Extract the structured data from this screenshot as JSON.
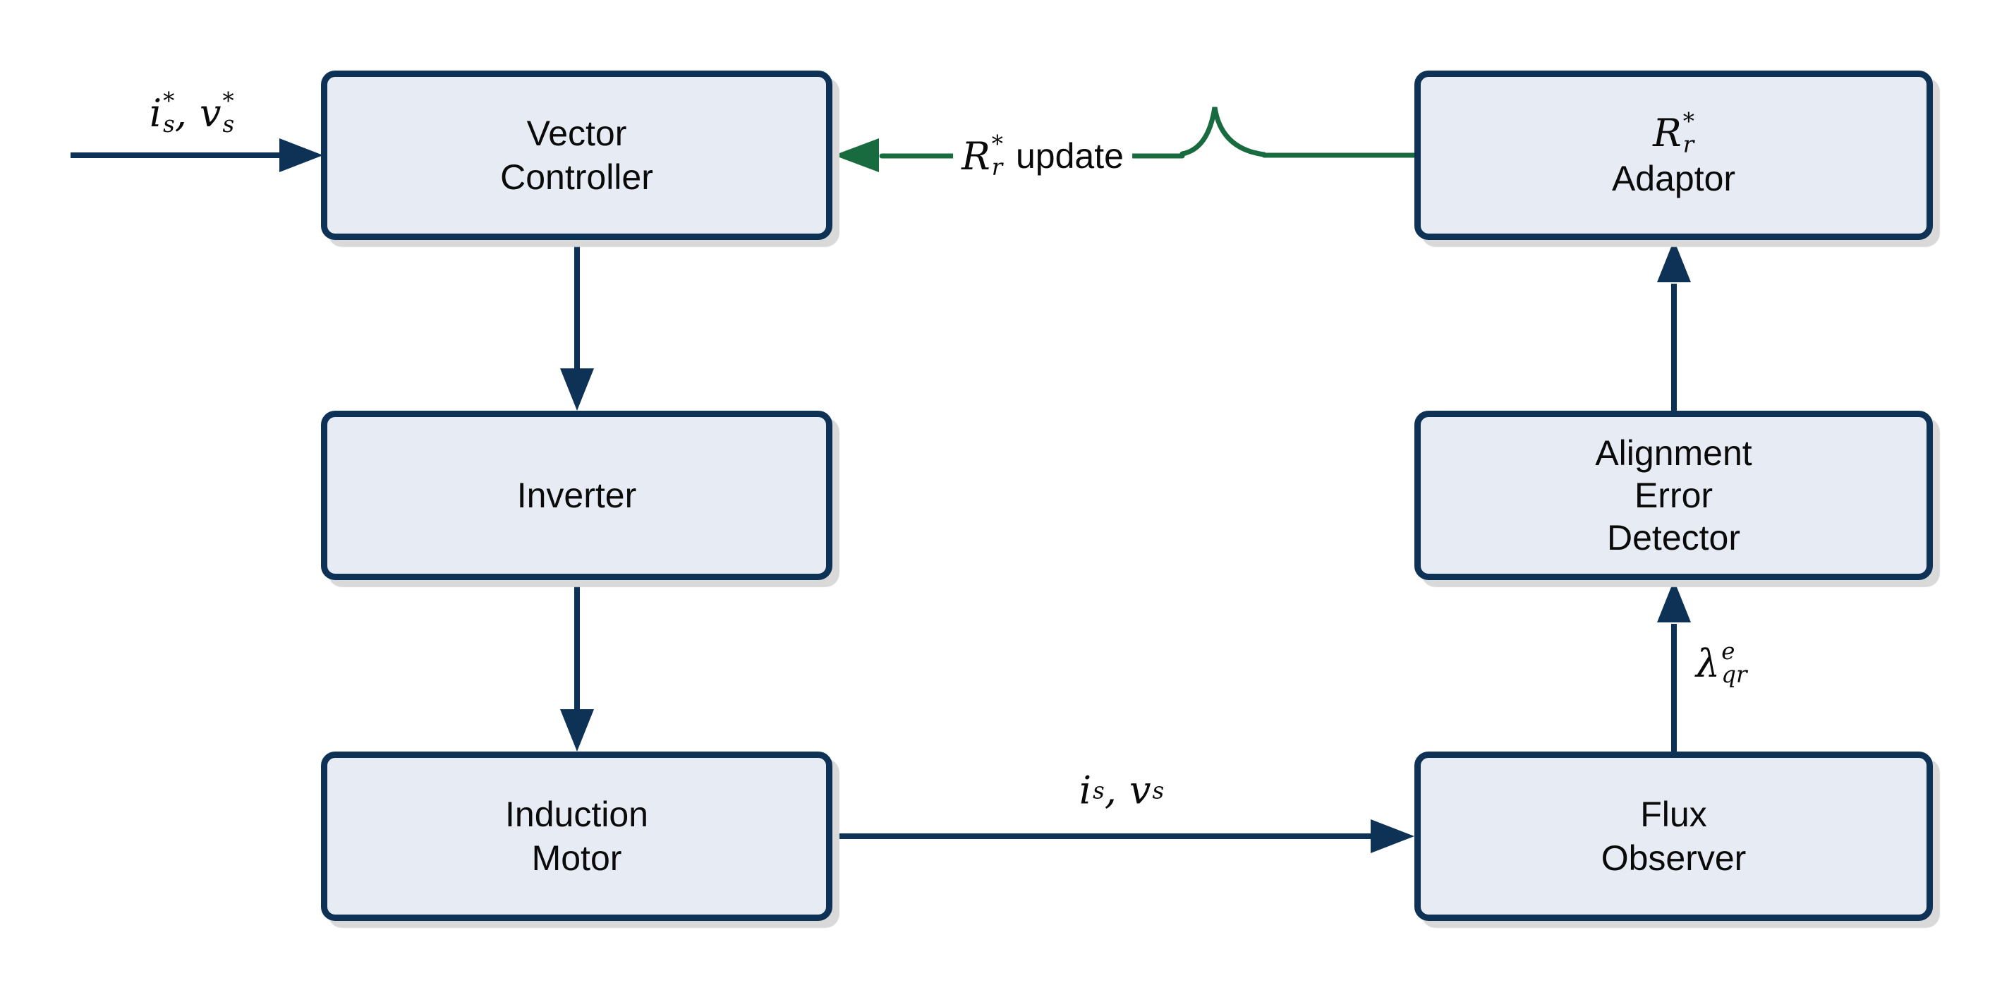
{
  "colors": {
    "navy": "#0d3256",
    "green": "#186b3e",
    "box_fill": "#e7ebf3",
    "shadow": "#d9d9d9",
    "ink": "#0a0a0a"
  },
  "boxes": {
    "vector_controller": {
      "line1": "Vector",
      "line2": "Controller"
    },
    "inverter": {
      "line1": "Inverter"
    },
    "induction_motor": {
      "line1": "Induction",
      "line2": "Motor"
    },
    "rr_adaptor": {
      "math_base": "R",
      "math_sup": "*",
      "math_sub": "r",
      "line2": "Adaptor"
    },
    "alignment_error_detector": {
      "line1": "Alignment",
      "line2": "Error",
      "line3": "Detector"
    },
    "flux_observer": {
      "line1": "Flux",
      "line2": "Observer"
    }
  },
  "labels": {
    "input": {
      "i_base": "i",
      "i_sup": "*",
      "i_sub": "s",
      "comma": ",",
      "v_base": "v",
      "v_sup": "*",
      "v_sub": "s"
    },
    "rr_update": {
      "base": "R",
      "sup": "*",
      "sub": "r",
      "word": "update"
    },
    "is_vs": {
      "i_base": "i",
      "i_sub": "s",
      "comma": ",",
      "v_base": "v",
      "v_sub": "s"
    },
    "lambda_qr": {
      "base": "λ",
      "sup": "e",
      "sub": "qr"
    }
  }
}
